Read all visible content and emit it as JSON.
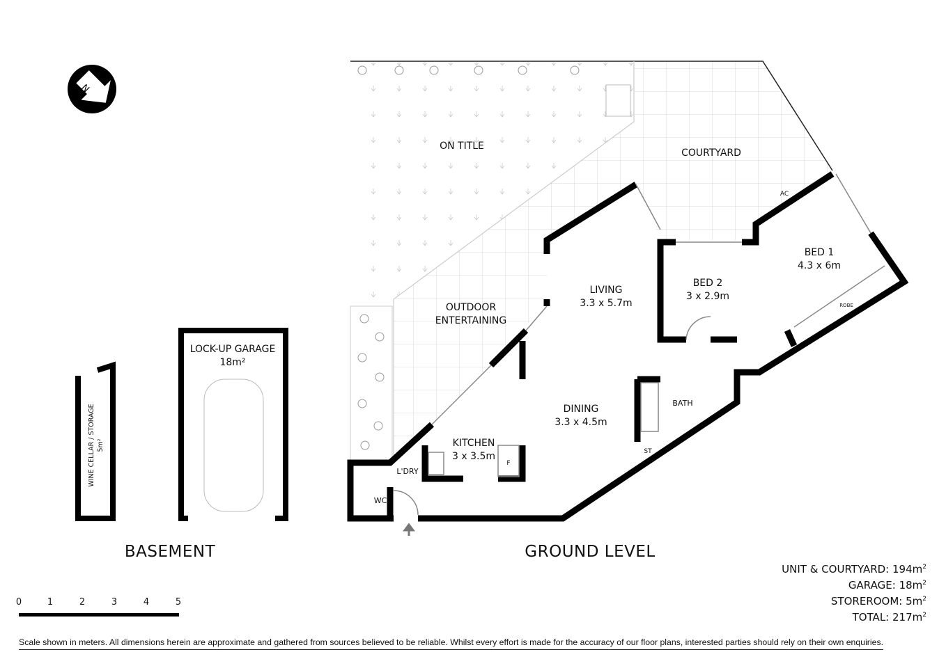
{
  "plan": {
    "sections": {
      "basement": "BASEMENT",
      "ground": "GROUND LEVEL"
    },
    "north_label": "N",
    "rooms": {
      "on_title": "ON TITLE",
      "courtyard": "COURTYARD",
      "outdoor": "OUTDOOR ENTERTAINING",
      "living": {
        "name": "LIVING",
        "size": "3.3 x 5.7m"
      },
      "dining": {
        "name": "DINING",
        "size": "3.3 x 4.5m"
      },
      "kitchen": {
        "name": "KITCHEN",
        "size": "3 x 3.5m"
      },
      "bed1": {
        "name": "BED 1",
        "size": "4.3 x 6m"
      },
      "bed2": {
        "name": "BED 2",
        "size": "3 x 2.9m"
      },
      "bath": "BATH",
      "laundry": "L'DRY",
      "wc": "WC",
      "st": "ST",
      "robe": "ROBE",
      "ac": "AC",
      "fridge": "F",
      "garage": {
        "name": "LOCK-UP GARAGE",
        "size": "18m²"
      },
      "cellar": {
        "name": "WINE CELLAR / STORAGE",
        "size": "5m²"
      }
    }
  },
  "areas": [
    {
      "label": "UNIT & COURTYARD:",
      "value": "194m",
      "unit_sup": "2"
    },
    {
      "label": "GARAGE:",
      "value": "18m",
      "unit_sup": "2"
    },
    {
      "label": "STOREROOM:",
      "value": "5m",
      "unit_sup": "2"
    },
    {
      "label": "TOTAL:",
      "value": "217m",
      "unit_sup": "2"
    }
  ],
  "scale": {
    "ticks": [
      "0",
      "1",
      "2",
      "3",
      "4",
      "5"
    ]
  },
  "disclaimer": "Scale shown in meters. All dimensions herein are approximate and gathered from sources believed to be  reliable. Whilst every effort is made for the accuracy of our floor plans, interested parties should rely on their own enquiries."
}
